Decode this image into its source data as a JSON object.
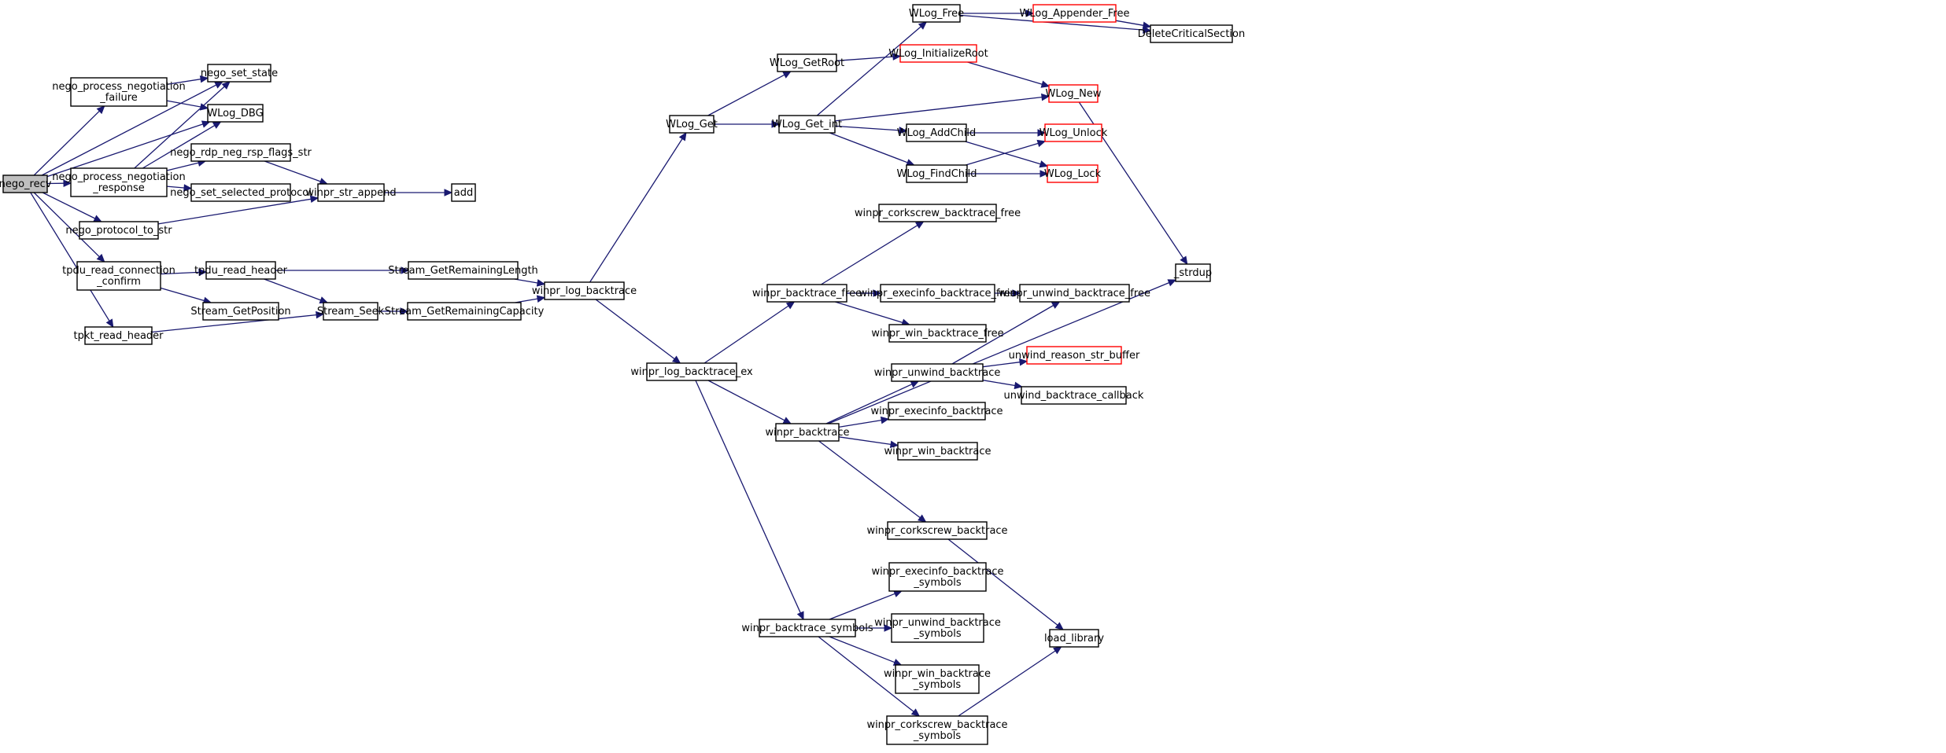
{
  "graph": {
    "colors": {
      "edge": "#191970",
      "node_border": "#000000",
      "external_border": "#ff0000",
      "root_fill": "#bfbfbf"
    },
    "nodes": [
      {
        "id": "nego_recv",
        "lines": [
          "nego_recv"
        ],
        "root": true
      },
      {
        "id": "nego_set_state",
        "lines": [
          "nego_set_state"
        ]
      },
      {
        "id": "nego_process_negotiation_failure",
        "lines": [
          "nego_process_negotiation",
          "_failure"
        ]
      },
      {
        "id": "WLog_DBG",
        "lines": [
          "WLog_DBG"
        ]
      },
      {
        "id": "nego_process_negotiation_response",
        "lines": [
          "nego_process_negotiation",
          "_response"
        ]
      },
      {
        "id": "nego_rdp_neg_rsp_flags_str",
        "lines": [
          "nego_rdp_neg_rsp_flags_str"
        ]
      },
      {
        "id": "nego_set_selected_protocol",
        "lines": [
          "nego_set_selected_protocol"
        ]
      },
      {
        "id": "winpr_str_append",
        "lines": [
          "winpr_str_append"
        ]
      },
      {
        "id": "add",
        "lines": [
          "add"
        ]
      },
      {
        "id": "nego_protocol_to_str",
        "lines": [
          "nego_protocol_to_str"
        ]
      },
      {
        "id": "tpdu_read_connection_confirm",
        "lines": [
          "tpdu_read_connection",
          "_confirm"
        ]
      },
      {
        "id": "tpdu_read_header",
        "lines": [
          "tpdu_read_header"
        ]
      },
      {
        "id": "Stream_GetRemainingLength",
        "lines": [
          "Stream_GetRemainingLength"
        ]
      },
      {
        "id": "Stream_GetPosition",
        "lines": [
          "Stream_GetPosition"
        ]
      },
      {
        "id": "Stream_Seek",
        "lines": [
          "Stream_Seek"
        ]
      },
      {
        "id": "Stream_GetRemainingCapacity",
        "lines": [
          "Stream_GetRemainingCapacity"
        ]
      },
      {
        "id": "tpkt_read_header",
        "lines": [
          "tpkt_read_header"
        ]
      },
      {
        "id": "winpr_log_backtrace",
        "lines": [
          "winpr_log_backtrace"
        ]
      },
      {
        "id": "WLog_Get",
        "lines": [
          "WLog_Get"
        ]
      },
      {
        "id": "winpr_log_backtrace_ex",
        "lines": [
          "winpr_log_backtrace_ex"
        ]
      },
      {
        "id": "WLog_GetRoot",
        "lines": [
          "WLog_GetRoot"
        ]
      },
      {
        "id": "WLog_Get_int",
        "lines": [
          "WLog_Get_int"
        ]
      },
      {
        "id": "WLog_Free",
        "lines": [
          "WLog_Free"
        ]
      },
      {
        "id": "WLog_Appender_Free",
        "lines": [
          "WLog_Appender_Free"
        ],
        "external": true
      },
      {
        "id": "DeleteCriticalSection",
        "lines": [
          "DeleteCriticalSection"
        ]
      },
      {
        "id": "WLog_InitializeRoot",
        "lines": [
          "WLog_InitializeRoot"
        ],
        "external": true
      },
      {
        "id": "WLog_New",
        "lines": [
          "WLog_New"
        ],
        "external": true
      },
      {
        "id": "WLog_AddChild",
        "lines": [
          "WLog_AddChild"
        ]
      },
      {
        "id": "WLog_Unlock",
        "lines": [
          "WLog_Unlock"
        ],
        "external": true
      },
      {
        "id": "WLog_FindChild",
        "lines": [
          "WLog_FindChild"
        ]
      },
      {
        "id": "WLog_Lock",
        "lines": [
          "WLog_Lock"
        ],
        "external": true
      },
      {
        "id": "winpr_corkscrew_backtrace_free",
        "lines": [
          "winpr_corkscrew_backtrace_free"
        ]
      },
      {
        "id": "winpr_backtrace_free",
        "lines": [
          "winpr_backtrace_free"
        ]
      },
      {
        "id": "winpr_execinfo_backtrace_free",
        "lines": [
          "winpr_execinfo_backtrace_free"
        ]
      },
      {
        "id": "winpr_unwind_backtrace_free",
        "lines": [
          "winpr_unwind_backtrace_free"
        ]
      },
      {
        "id": "_strdup",
        "lines": [
          "_strdup"
        ]
      },
      {
        "id": "winpr_win_backtrace_free",
        "lines": [
          "winpr_win_backtrace_free"
        ]
      },
      {
        "id": "winpr_unwind_backtrace",
        "lines": [
          "winpr_unwind_backtrace"
        ]
      },
      {
        "id": "unwind_reason_str_buffer",
        "lines": [
          "unwind_reason_str_buffer"
        ],
        "external": true
      },
      {
        "id": "unwind_backtrace_callback",
        "lines": [
          "unwind_backtrace_callback"
        ]
      },
      {
        "id": "winpr_execinfo_backtrace",
        "lines": [
          "winpr_execinfo_backtrace"
        ]
      },
      {
        "id": "winpr_backtrace",
        "lines": [
          "winpr_backtrace"
        ]
      },
      {
        "id": "winpr_win_backtrace",
        "lines": [
          "winpr_win_backtrace"
        ]
      },
      {
        "id": "winpr_corkscrew_backtrace",
        "lines": [
          "winpr_corkscrew_backtrace"
        ]
      },
      {
        "id": "winpr_execinfo_backtrace_symbols",
        "lines": [
          "winpr_execinfo_backtrace",
          "_symbols"
        ]
      },
      {
        "id": "winpr_backtrace_symbols",
        "lines": [
          "winpr_backtrace_symbols"
        ]
      },
      {
        "id": "winpr_unwind_backtrace_symbols",
        "lines": [
          "winpr_unwind_backtrace",
          "_symbols"
        ]
      },
      {
        "id": "load_library",
        "lines": [
          "load_library"
        ]
      },
      {
        "id": "winpr_win_backtrace_symbols",
        "lines": [
          "winpr_win_backtrace",
          "_symbols"
        ]
      },
      {
        "id": "winpr_corkscrew_backtrace_symbols",
        "lines": [
          "winpr_corkscrew_backtrace",
          "_symbols"
        ]
      }
    ],
    "edges": [
      [
        "nego_recv",
        "nego_set_state"
      ],
      [
        "nego_recv",
        "nego_process_negotiation_failure"
      ],
      [
        "nego_recv",
        "WLog_DBG"
      ],
      [
        "nego_recv",
        "nego_process_negotiation_response"
      ],
      [
        "nego_recv",
        "nego_protocol_to_str"
      ],
      [
        "nego_recv",
        "tpdu_read_connection_confirm"
      ],
      [
        "nego_recv",
        "tpkt_read_header"
      ],
      [
        "nego_process_negotiation_failure",
        "nego_set_state"
      ],
      [
        "nego_process_negotiation_failure",
        "WLog_DBG"
      ],
      [
        "nego_process_negotiation_response",
        "nego_set_state"
      ],
      [
        "nego_process_negotiation_response",
        "WLog_DBG"
      ],
      [
        "nego_process_negotiation_response",
        "nego_rdp_neg_rsp_flags_str"
      ],
      [
        "nego_process_negotiation_response",
        "nego_set_selected_protocol"
      ],
      [
        "nego_rdp_neg_rsp_flags_str",
        "winpr_str_append"
      ],
      [
        "nego_protocol_to_str",
        "winpr_str_append"
      ],
      [
        "winpr_str_append",
        "add"
      ],
      [
        "tpdu_read_connection_confirm",
        "tpdu_read_header"
      ],
      [
        "tpdu_read_connection_confirm",
        "Stream_GetPosition"
      ],
      [
        "tpdu_read_header",
        "Stream_GetRemainingLength"
      ],
      [
        "tpdu_read_header",
        "Stream_Seek"
      ],
      [
        "tpkt_read_header",
        "Stream_Seek"
      ],
      [
        "Stream_Seek",
        "Stream_GetRemainingCapacity"
      ],
      [
        "Stream_GetRemainingLength",
        "winpr_log_backtrace"
      ],
      [
        "Stream_GetRemainingCapacity",
        "winpr_log_backtrace"
      ],
      [
        "winpr_log_backtrace",
        "WLog_Get"
      ],
      [
        "winpr_log_backtrace",
        "winpr_log_backtrace_ex"
      ],
      [
        "WLog_Get",
        "WLog_GetRoot"
      ],
      [
        "WLog_Get",
        "WLog_Get_int"
      ],
      [
        "WLog_GetRoot",
        "WLog_InitializeRoot"
      ],
      [
        "WLog_Get_int",
        "WLog_Free"
      ],
      [
        "WLog_Get_int",
        "WLog_New"
      ],
      [
        "WLog_Get_int",
        "WLog_AddChild"
      ],
      [
        "WLog_Get_int",
        "WLog_FindChild"
      ],
      [
        "WLog_Free",
        "WLog_Appender_Free"
      ],
      [
        "WLog_Free",
        "DeleteCriticalSection"
      ],
      [
        "WLog_Appender_Free",
        "DeleteCriticalSection"
      ],
      [
        "WLog_InitializeRoot",
        "WLog_New"
      ],
      [
        "WLog_New",
        "_strdup"
      ],
      [
        "WLog_AddChild",
        "WLog_Unlock"
      ],
      [
        "WLog_AddChild",
        "WLog_Lock"
      ],
      [
        "WLog_FindChild",
        "WLog_Unlock"
      ],
      [
        "WLog_FindChild",
        "WLog_Lock"
      ],
      [
        "winpr_log_backtrace_ex",
        "winpr_backtrace_free"
      ],
      [
        "winpr_log_backtrace_ex",
        "winpr_backtrace"
      ],
      [
        "winpr_log_backtrace_ex",
        "winpr_backtrace_symbols"
      ],
      [
        "winpr_backtrace_free",
        "winpr_corkscrew_backtrace_free"
      ],
      [
        "winpr_backtrace_free",
        "winpr_execinfo_backtrace_free"
      ],
      [
        "winpr_backtrace_free",
        "winpr_unwind_backtrace_free"
      ],
      [
        "winpr_backtrace_free",
        "winpr_win_backtrace_free"
      ],
      [
        "winpr_backtrace",
        "winpr_unwind_backtrace"
      ],
      [
        "winpr_backtrace",
        "winpr_execinfo_backtrace"
      ],
      [
        "winpr_backtrace",
        "winpr_win_backtrace"
      ],
      [
        "winpr_backtrace",
        "winpr_corkscrew_backtrace"
      ],
      [
        "winpr_backtrace",
        "_strdup"
      ],
      [
        "winpr_unwind_backtrace",
        "winpr_unwind_backtrace_free"
      ],
      [
        "winpr_unwind_backtrace",
        "unwind_reason_str_buffer"
      ],
      [
        "winpr_unwind_backtrace",
        "unwind_backtrace_callback"
      ],
      [
        "winpr_corkscrew_backtrace",
        "load_library"
      ],
      [
        "winpr_backtrace_symbols",
        "winpr_execinfo_backtrace_symbols"
      ],
      [
        "winpr_backtrace_symbols",
        "winpr_unwind_backtrace_symbols"
      ],
      [
        "winpr_backtrace_symbols",
        "winpr_win_backtrace_symbols"
      ],
      [
        "winpr_backtrace_symbols",
        "winpr_corkscrew_backtrace_symbols"
      ],
      [
        "winpr_corkscrew_backtrace_symbols",
        "load_library"
      ]
    ]
  }
}
